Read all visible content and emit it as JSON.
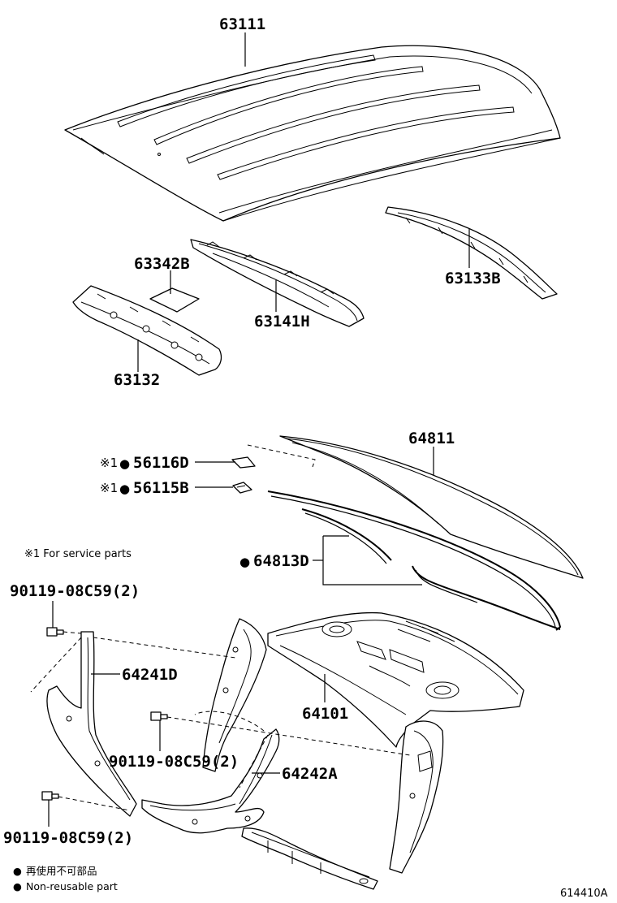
{
  "parts": {
    "roof_panel": "63111",
    "roof_silencer_pad": "63342B",
    "roof_bow_front": "63141H",
    "roof_rail_rear": "63133B",
    "roof_header_panel": "63132",
    "back_window_glass": "64811",
    "clip_d": "56116D",
    "clip_b": "56115B",
    "dam_set": "64813D",
    "bolt_top": "90119-08C59(2)",
    "bolt_mid": "90119-08C59(2)",
    "bolt_bottom": "90119-08C59(2)",
    "gusset_left": "64241D",
    "package_tray_panel": "64101",
    "gusset_right": "64242A"
  },
  "markers": {
    "service_mark": "※1",
    "nonreusable_mark": "●"
  },
  "notes": {
    "service_parts": "※1 For service parts",
    "legend_jp": "再使用不可部品",
    "legend_en": "Non-reusable part"
  },
  "diagram_id": "614410A"
}
